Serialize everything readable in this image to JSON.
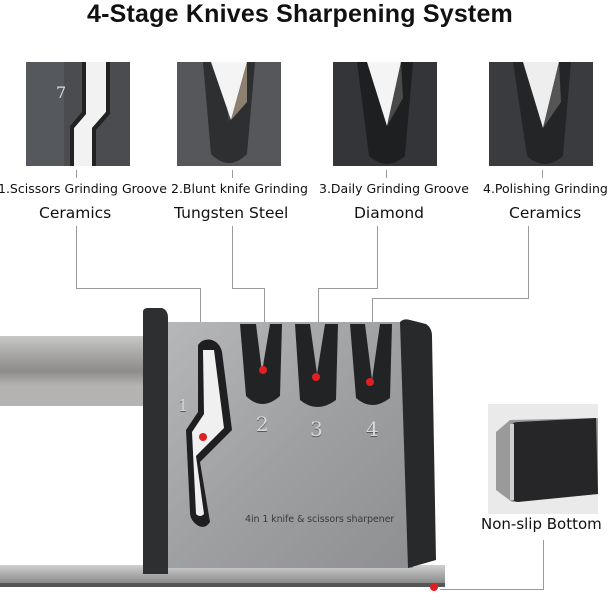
{
  "title": "4-Stage Knives Sharpening System",
  "stages": [
    {
      "number": "1",
      "label": "1.Scissors Grinding Groove",
      "material": "Ceramics"
    },
    {
      "number": "2",
      "label": "2.Blunt knife Grinding",
      "material": "Tungsten Steel"
    },
    {
      "number": "3",
      "label": "3.Daily Grinding Groove",
      "material": "Diamond"
    },
    {
      "number": "4",
      "label": "4.Polishing Grinding",
      "material": "Ceramics"
    }
  ],
  "product": {
    "engraving": "4in 1 knife & scissors sharpener",
    "slot_numbers": [
      "1",
      "2",
      "3",
      "4"
    ]
  },
  "feature": {
    "label": "Non-slip Bottom"
  },
  "colors": {
    "accent_dot": "#e02020",
    "body_steel": "#a3a4a6",
    "frame_black": "#2b2c2e",
    "callout_line": "#9a9a9a"
  }
}
